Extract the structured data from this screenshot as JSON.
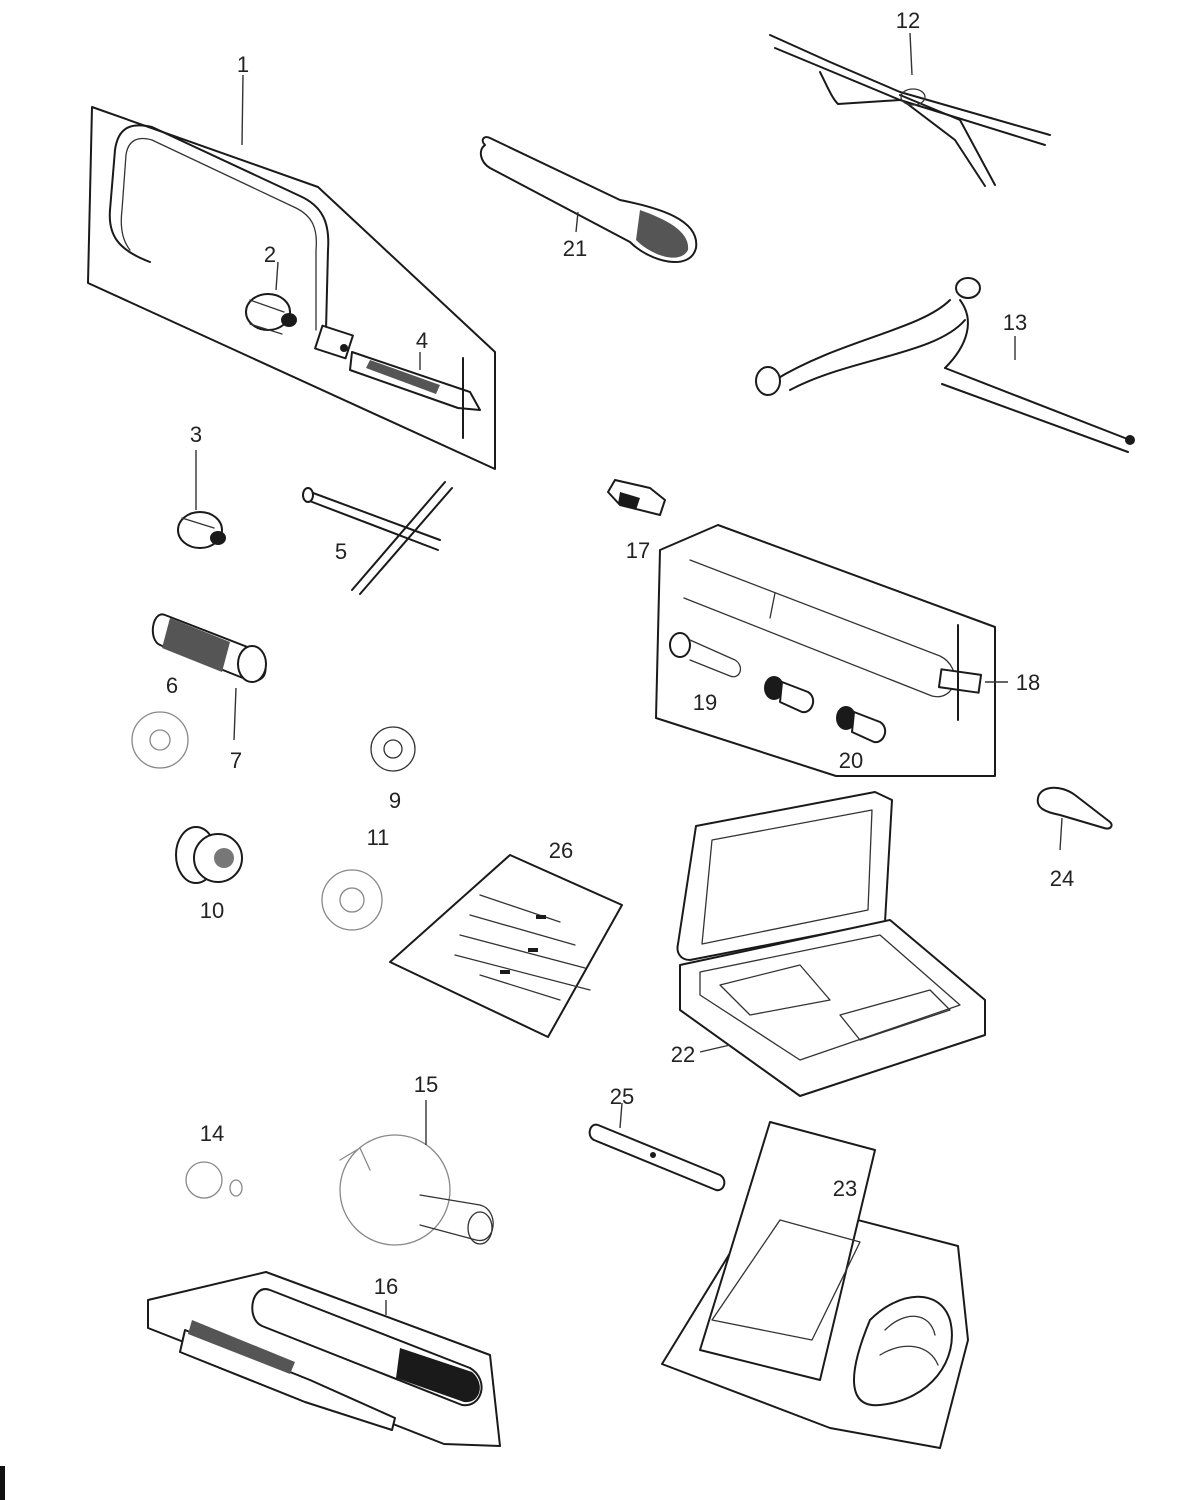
{
  "callouts": {
    "c1": "1",
    "c2": "2",
    "c3": "3",
    "c4": "4",
    "c5": "5",
    "c6": "6",
    "c7": "7",
    "c9": "9",
    "c10": "10",
    "c11": "11",
    "c12": "12",
    "c13": "13",
    "c14": "14",
    "c15": "15",
    "c16": "16",
    "c17": "17",
    "c18": "18",
    "c19": "19",
    "c20": "20",
    "c21": "21",
    "c22": "22",
    "c23": "23",
    "c24": "24",
    "c25": "25",
    "c26": "26"
  }
}
